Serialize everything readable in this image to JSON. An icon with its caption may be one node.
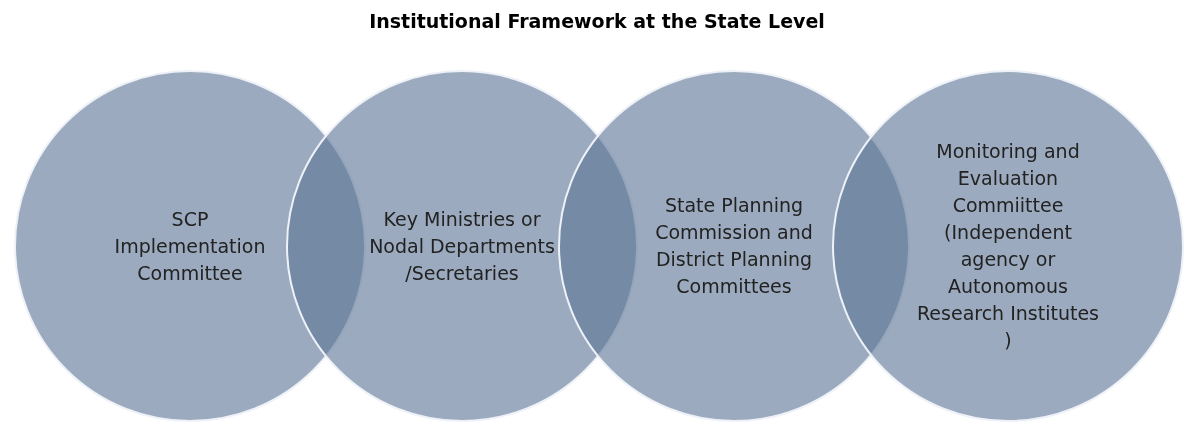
{
  "diagram": {
    "title": "Institutional Framework at the State Level",
    "nodes": [
      {
        "text": [
          "SCP Implementation Committee"
        ]
      },
      {
        "text": [
          "Key Ministries or Nodal Departments /Secretaries"
        ]
      },
      {
        "text": [
          "State Planning Commission and District Planning Committees"
        ]
      },
      {
        "text": [
          "Monitoring and Evaluation Commiittee (Independent agency or Autonomous Research Institutes )"
        ]
      }
    ],
    "edges": []
  }
}
